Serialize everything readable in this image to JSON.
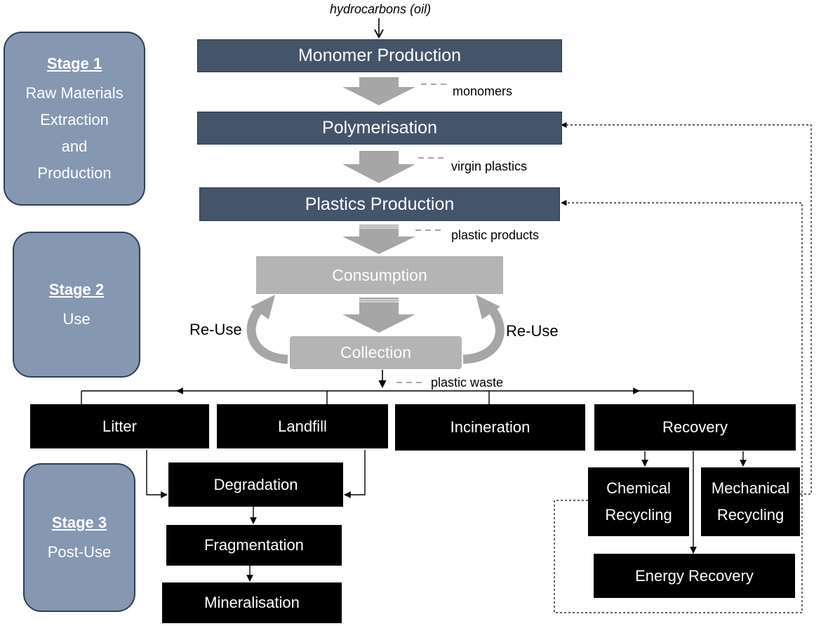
{
  "stages": [
    {
      "title": "Stage 1",
      "lines": [
        "Raw Materials",
        "Extraction",
        "and",
        "Production"
      ]
    },
    {
      "title": "Stage 2",
      "lines": [
        "Use"
      ]
    },
    {
      "title": "Stage 3",
      "lines": [
        "Post-Use"
      ]
    }
  ],
  "input_label": "hydrocarbons (oil)",
  "boxes": {
    "monomer": "Monomer Production",
    "polymerisation": "Polymerisation",
    "plastics": "Plastics Production",
    "consumption": "Consumption",
    "collection": "Collection",
    "litter": "Litter",
    "landfill": "Landfill",
    "incineration": "Incineration",
    "recovery": "Recovery",
    "degradation": "Degradation",
    "fragmentation": "Fragmentation",
    "mineralisation": "Mineralisation",
    "chemical": [
      "Chemical",
      "Recycling"
    ],
    "mechanical": [
      "Mechanical",
      "Recycling"
    ],
    "energy": "Energy Recovery"
  },
  "flow_labels": {
    "monomers": "monomers",
    "virgin": "virgin plastics",
    "products": "plastic products",
    "waste": "plastic waste",
    "reuse_left": "Re-Use",
    "reuse_right": "Re-Use"
  },
  "colors": {
    "stage_fill": "#8597b1",
    "navy_box": "#44546a",
    "grey_box": "#b4b4b4",
    "black_box": "#000000",
    "arrow_grey": "#a6a6a6"
  }
}
